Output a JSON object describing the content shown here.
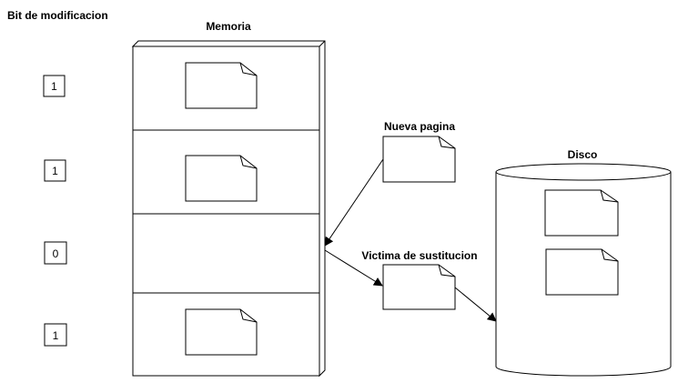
{
  "labels": {
    "bit_title": "Bit de modificacion",
    "memory": "Memoria",
    "new_page": "Nueva pagina",
    "victim": "Victima de sustitucion",
    "disk": "Disco"
  },
  "bits": [
    "1",
    "1",
    "0",
    "1"
  ],
  "colors": {
    "stroke": "#000000",
    "fill": "#ffffff"
  }
}
